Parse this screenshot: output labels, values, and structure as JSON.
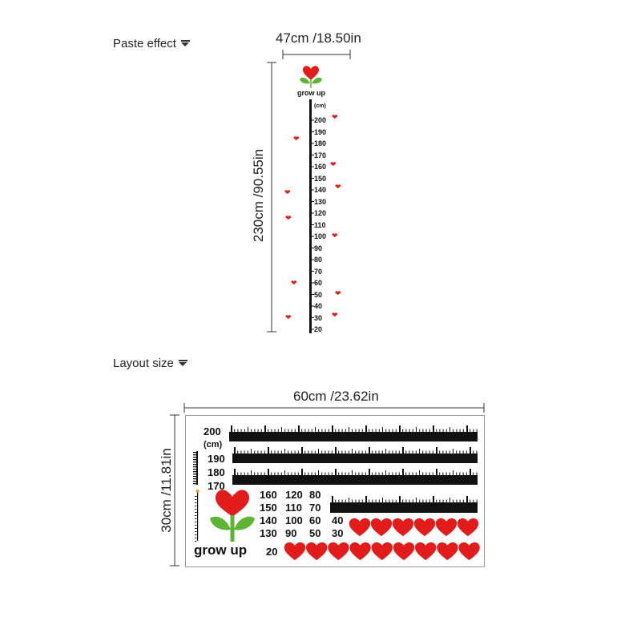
{
  "paste_effect": {
    "title": "Paste effect",
    "width_label": "47cm /18.50in",
    "height_label": "230cm /90.55in",
    "brand_text": "grow up",
    "unit": "(cm)",
    "ruler_numbers": [
      "200",
      "190",
      "180",
      "170",
      "160",
      "150",
      "140",
      "130",
      "120",
      "110",
      "100",
      "90",
      "80",
      "70",
      "60",
      "50",
      "40",
      "30",
      "20"
    ]
  },
  "layout_size": {
    "title": "Layout size",
    "width_label": "60cm /23.62in",
    "height_label": "30cm /11.81in",
    "brand_text": "grow up",
    "unit": "(cm)",
    "left_numbers": [
      "200",
      "190",
      "180",
      "170"
    ],
    "grid_numbers": [
      [
        "160",
        "120",
        "80"
      ],
      [
        "150",
        "110",
        "70"
      ],
      [
        "140",
        "100",
        "60",
        "40"
      ],
      [
        "130",
        "90",
        "50",
        "30"
      ]
    ],
    "last_number": "20"
  },
  "colors": {
    "heart": "#e21b1b",
    "leaf": "#5db531",
    "ruler": "#111111"
  }
}
